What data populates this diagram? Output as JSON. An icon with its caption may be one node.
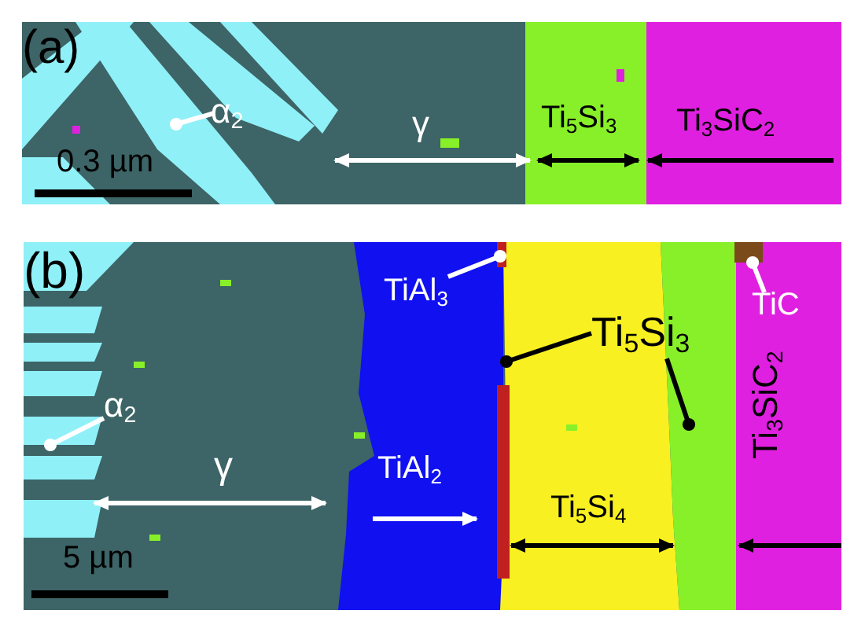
{
  "diagram": {
    "nodes": [
      {
        "text": [
          "α$_{2}$"
        ]
      },
      {
        "text": [
          "TiAl$_{3}$"
        ]
      },
      {
        "text": [
          "Ti$_{5}$Si$_{3}$"
        ]
      },
      {
        "text": [
          "TiC"
        ]
      },
      {
        "text": [
          "α$_{2}$"
        ]
      },
      {
        "text": [],
        "shape": "box"
      }
    ],
    "edges": [
      {
        "from": 0,
        "to": null,
        "arrow": "other"
      },
      {
        "from": 1,
        "to": null,
        "arrow": "other"
      },
      {
        "from": 2,
        "to": null,
        "arrow": "other",
        "color": "#000000"
      },
      {
        "from": 2,
        "to": null,
        "arrow": "other",
        "color": "#000000"
      },
      {
        "from": 3,
        "to": 5,
        "arrow": "other"
      },
      {
        "from": 4,
        "to": null,
        "arrow": "other"
      }
    ],
    "labels": [
      "(a)",
      "γ",
      "Ti$_{5}$Si$_{3}$",
      "Ti$_{3}$SiC$_{2}$",
      "0.3 µm",
      "(b)",
      "TiAl$_{2}$",
      "γ",
      "Ti$_{5}$Si$_{4}$",
      "Ti$_{3}$SiC$_{2}$",
      "5 µm"
    ]
  }
}
